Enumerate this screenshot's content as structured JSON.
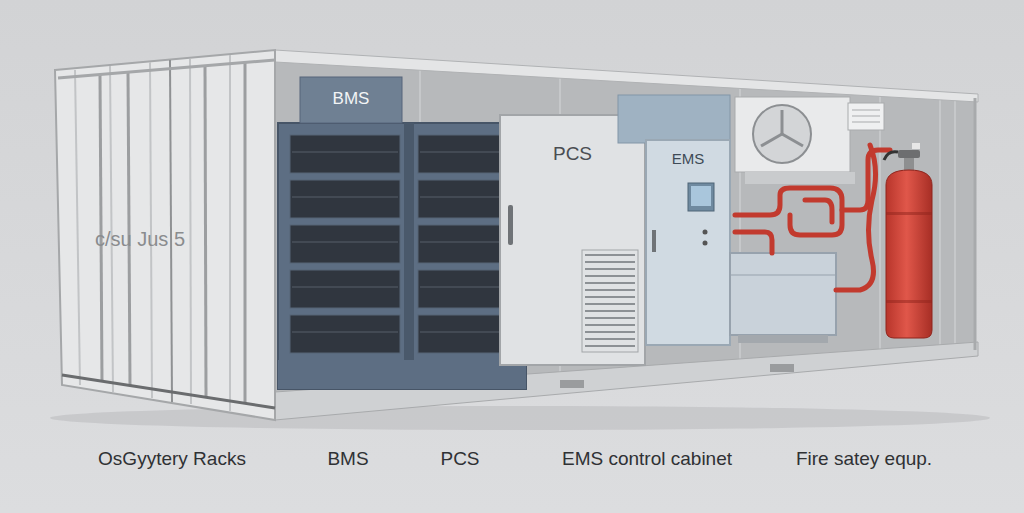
{
  "diagram": {
    "nodes": [
      {
        "text": [
          "BMS"
        ]
      },
      {
        "text": [
          "PCS"
        ]
      },
      {
        "text": [
          "EMS"
        ]
      }
    ],
    "labels": [
      "c/su Jus 5",
      "OsGyytery Racks",
      "BMS",
      "PCS",
      "EMS control cabinet",
      "Fire satey equp."
    ]
  }
}
